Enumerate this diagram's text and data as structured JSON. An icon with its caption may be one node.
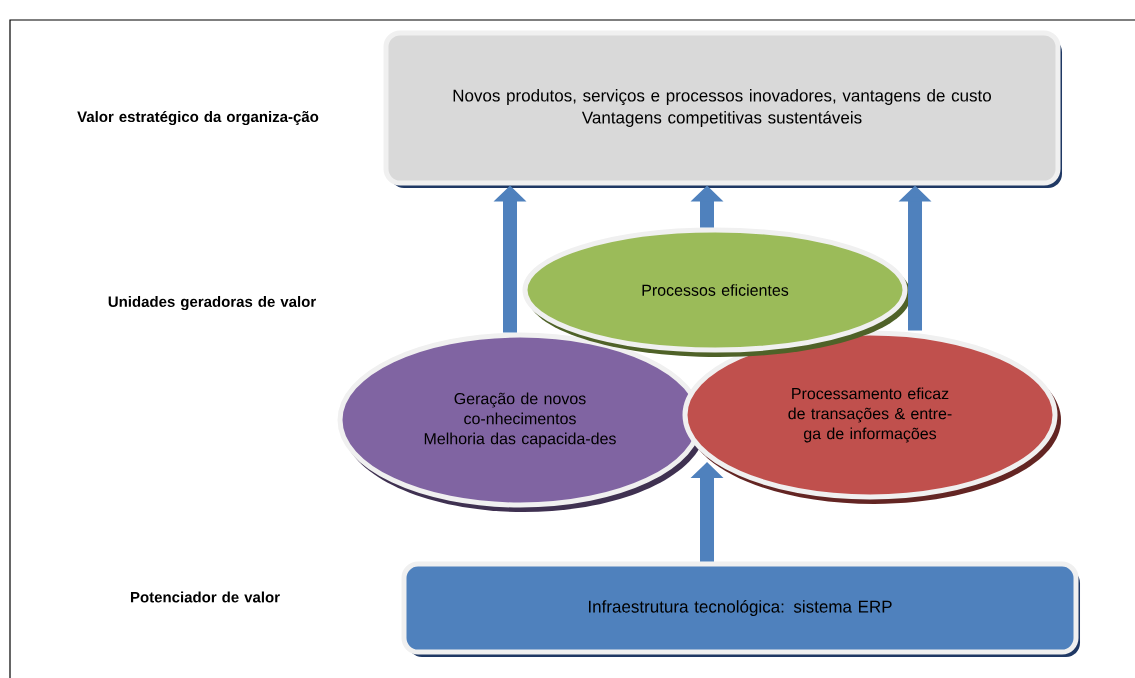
{
  "diagram": {
    "nodes": [
      {
        "text": [
          "Novos produtos, serviços e processos inovadores, vantagens de custo",
          "Vantagens competitivas sustentáveis"
        ]
      },
      {
        "text": [
          "Processos eficientes"
        ]
      },
      {
        "text": [
          "Geração de novos co-nhecimentos",
          "Melhoria das capacida-des"
        ]
      },
      {
        "text": [
          "Processamento eficaz de transações & entre-ga de informações"
        ]
      },
      {
        "text": [
          "Infraestrutura tecnológica: sistema ERP"
        ]
      }
    ],
    "edges": [
      {
        "from": 2,
        "to": 0,
        "arrow": "to"
      },
      {
        "from": 1,
        "to": 0,
        "arrow": "to"
      },
      {
        "from": 3,
        "to": 0,
        "arrow": "to"
      },
      {
        "from": 4,
        "to": 3,
        "arrow": "to"
      }
    ],
    "labels": [
      "Valor estratégico da organiza-ção",
      "Unidades geradoras de valor",
      "Potenciador de valor"
    ]
  }
}
